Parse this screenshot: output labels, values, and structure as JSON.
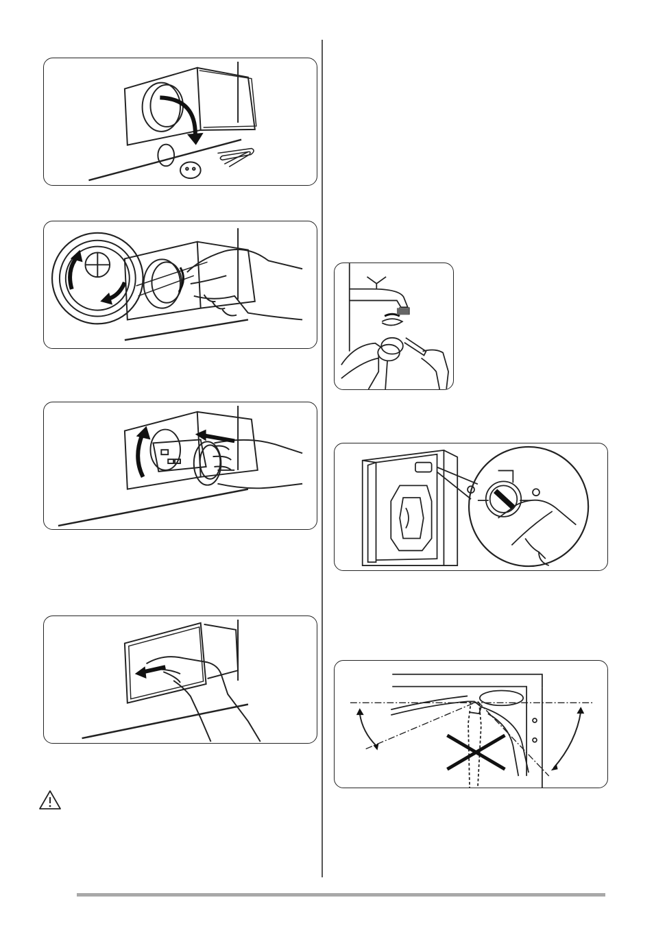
{
  "document": {
    "figures": [
      {
        "id": "fig-1",
        "subject": "pump-opening-foreign-objects"
      },
      {
        "id": "fig-2",
        "subject": "turn-pump-filter"
      },
      {
        "id": "fig-3",
        "subject": "insert-pump-filter"
      },
      {
        "id": "fig-4",
        "subject": "close-pump-flap"
      },
      {
        "id": "fig-5",
        "subject": "clean-hose-filter-at-tap"
      },
      {
        "id": "fig-6",
        "subject": "clean-valve-filter-rear"
      },
      {
        "id": "fig-7",
        "subject": "hose-angle-at-valve"
      }
    ],
    "warning_icon": "warning-triangle-icon",
    "colors": {
      "line": "#222222",
      "footer_bar": "#a8a8a8",
      "divider": "#555555"
    }
  }
}
